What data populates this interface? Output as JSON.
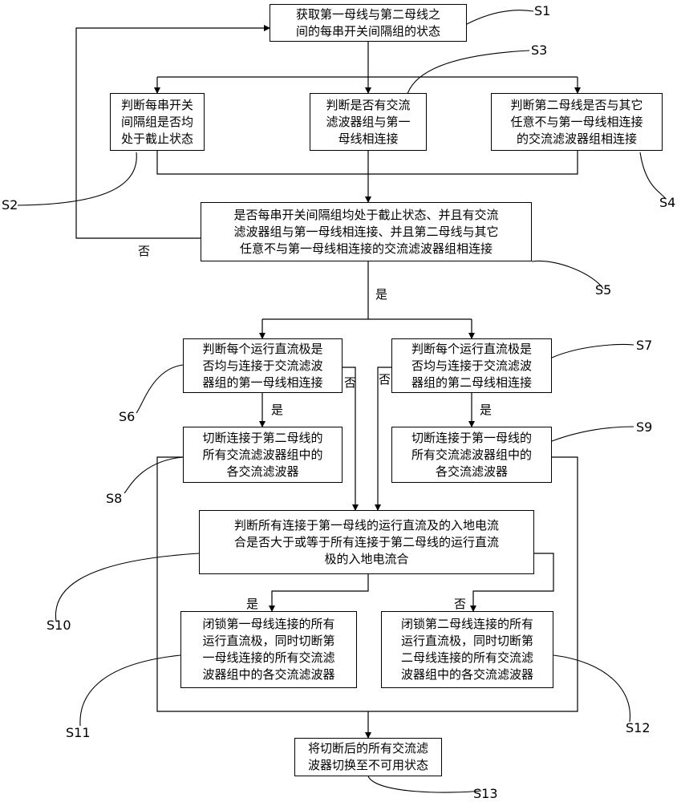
{
  "steps": {
    "s1": "获取第一母线与第二母线之\n间的每串开关间隔组的状态",
    "s2": "判断每串开关\n间隔组是否均\n处于截止状态",
    "s3": "判断是否有交流\n滤波器组与第一\n母线相连接",
    "s4": "判断第二母线是否与其它\n任意不与第一母线相连接\n的交流滤波器组相连接",
    "s5": "是否每串开关间隔组均处于截止状态、并且有交流\n滤波器组与第一母线相连接、并且第二母线与其它\n任意不与第一母线相连接的交流滤波器组相连接",
    "s6": "判断每个运行直流极是\n否均与连接于交流滤波\n器组的第一母线相连接",
    "s7": "判断每个运行直流极是\n否均与连接于交流滤波\n器组的第二母线相连接",
    "s8": "切断连接于第二母线的\n所有交流滤波器组中的\n各交流滤波器",
    "s9": "切断连接于第一母线的\n所有交流滤波器组中的\n各交流滤波器",
    "s10": "判断所有连接于第一母线的运行直流及的入地电流\n合是否大于或等于所有连接于第二母线的运行直流\n极的入地电流合",
    "s11": "闭锁第一母线连接的所有\n运行直流极，同时切断第\n一母线连接的所有交流滤\n波器组中的各交流滤波器",
    "s12": "闭锁第二母线连接的所有\n运行直流极，同时切断第\n二母线连接的所有交流滤\n波器组中的各交流滤波器",
    "s13": "将切断后的所有交流滤\n波器切换至不可用状态"
  },
  "step_labels": {
    "s1": "S1",
    "s2": "S2",
    "s3": "S3",
    "s4": "S4",
    "s5": "S5",
    "s6": "S6",
    "s7": "S7",
    "s8": "S8",
    "s9": "S9",
    "s10": "S10",
    "s11": "S11",
    "s12": "S12",
    "s13": "S13"
  },
  "conditions": {
    "s5_no": "否",
    "s5_yes": "是",
    "s6_yes": "是",
    "s6_no": "否",
    "s7_yes": "是",
    "s7_no": "否",
    "s10_yes": "是",
    "s10_no": "否"
  }
}
